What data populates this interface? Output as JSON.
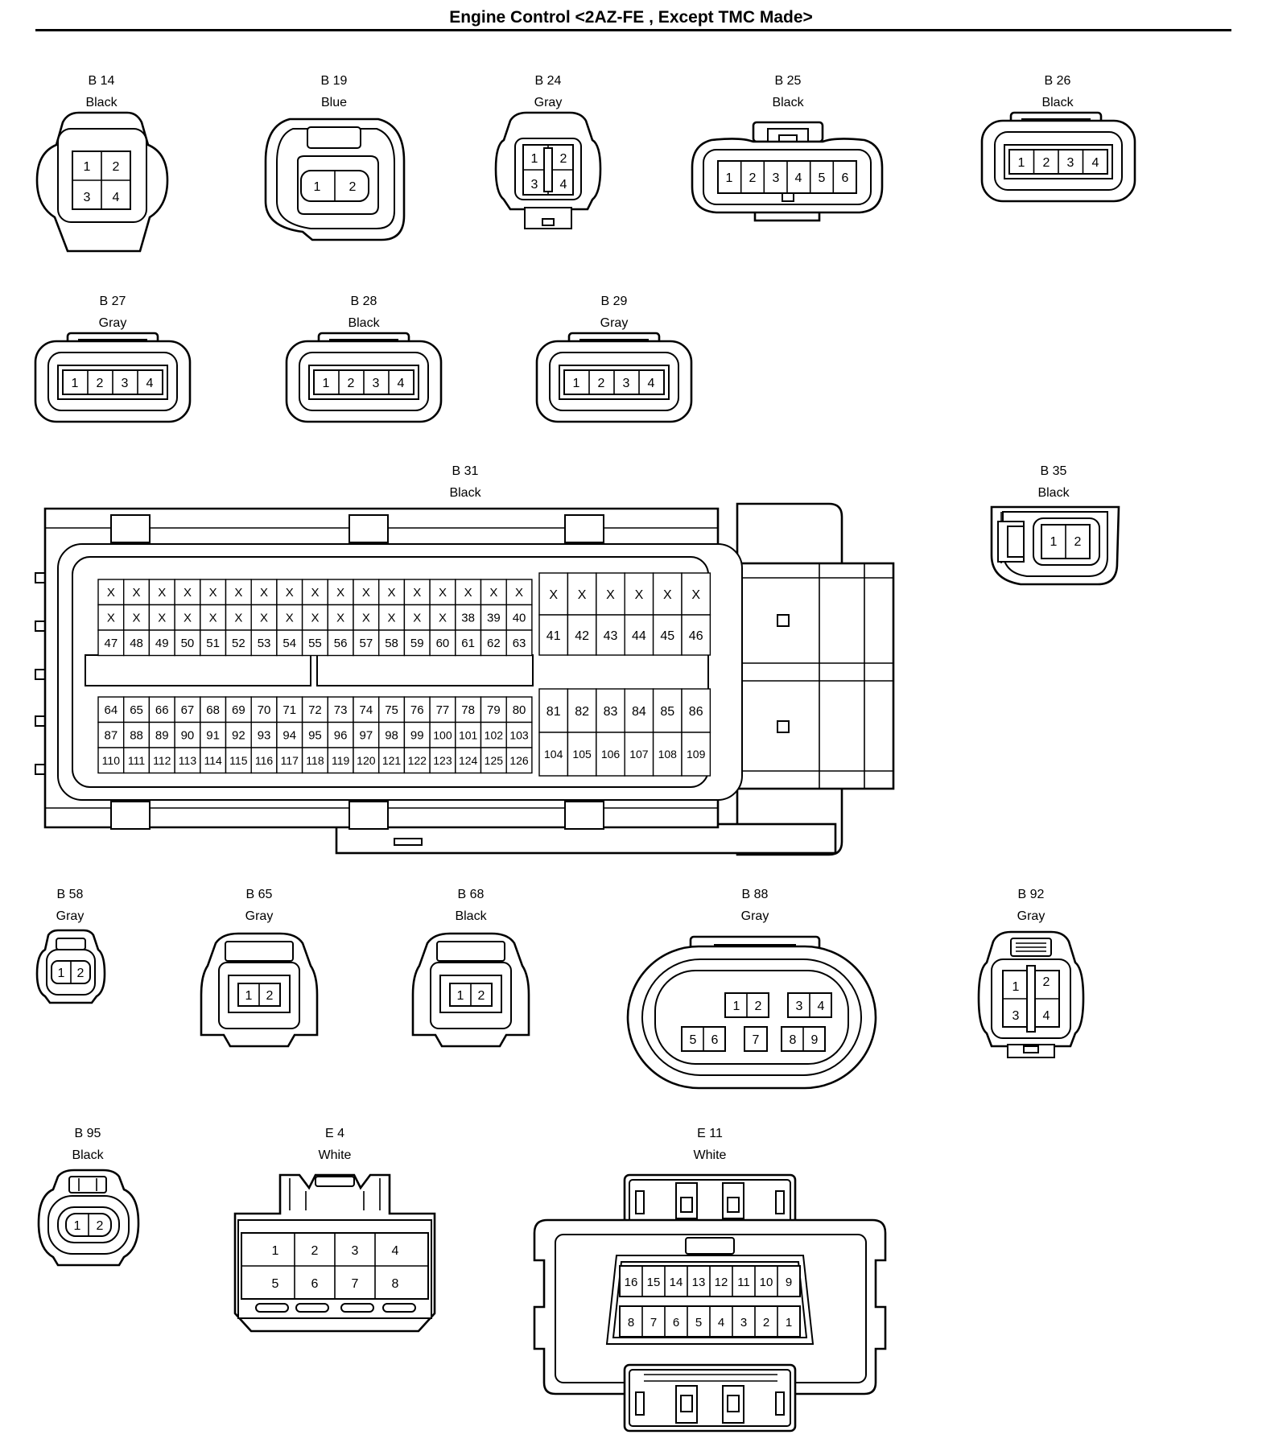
{
  "title": "Engine Control <2AZ-FE , Except TMC Made>",
  "connectors": {
    "b14": {
      "id": "B 14",
      "color": "Black",
      "pins": [
        "1",
        "2",
        "3",
        "4"
      ]
    },
    "b19": {
      "id": "B 19",
      "color": "Blue",
      "pins": [
        "1",
        "2"
      ]
    },
    "b24": {
      "id": "B 24",
      "color": "Gray",
      "pins": [
        "1",
        "2",
        "3",
        "4"
      ]
    },
    "b25": {
      "id": "B 25",
      "color": "Black",
      "pins": [
        "1",
        "2",
        "3",
        "4",
        "5",
        "6"
      ]
    },
    "b26": {
      "id": "B 26",
      "color": "Black",
      "pins": [
        "1",
        "2",
        "3",
        "4"
      ]
    },
    "b27": {
      "id": "B 27",
      "color": "Gray",
      "pins": [
        "1",
        "2",
        "3",
        "4"
      ]
    },
    "b28": {
      "id": "B 28",
      "color": "Black",
      "pins": [
        "1",
        "2",
        "3",
        "4"
      ]
    },
    "b29": {
      "id": "B 29",
      "color": "Gray",
      "pins": [
        "1",
        "2",
        "3",
        "4"
      ]
    },
    "b31": {
      "id": "B 31",
      "color": "Black",
      "left_block_rows": [
        [
          "X",
          "X",
          "X",
          "X",
          "X",
          "X",
          "X",
          "X",
          "X",
          "X",
          "X",
          "X",
          "X",
          "X",
          "X",
          "X",
          "X"
        ],
        [
          "X",
          "X",
          "X",
          "X",
          "X",
          "X",
          "X",
          "X",
          "X",
          "X",
          "X",
          "X",
          "X",
          "X",
          "38",
          "39",
          "40"
        ],
        [
          "47",
          "48",
          "49",
          "50",
          "51",
          "52",
          "53",
          "54",
          "55",
          "56",
          "57",
          "58",
          "59",
          "60",
          "61",
          "62",
          "63"
        ],
        [
          "64",
          "65",
          "66",
          "67",
          "68",
          "69",
          "70",
          "71",
          "72",
          "73",
          "74",
          "75",
          "76",
          "77",
          "78",
          "79",
          "80"
        ],
        [
          "87",
          "88",
          "89",
          "90",
          "91",
          "92",
          "93",
          "94",
          "95",
          "96",
          "97",
          "98",
          "99",
          "100",
          "101",
          "102",
          "103"
        ],
        [
          "110",
          "111",
          "112",
          "113",
          "114",
          "115",
          "116",
          "117",
          "118",
          "119",
          "120",
          "121",
          "122",
          "123",
          "124",
          "125",
          "126"
        ]
      ],
      "right_block_rows": [
        [
          "X",
          "X",
          "X",
          "X",
          "X",
          "X"
        ],
        [
          "41",
          "42",
          "43",
          "44",
          "45",
          "46"
        ],
        [
          "81",
          "82",
          "83",
          "84",
          "85",
          "86"
        ],
        [
          "104",
          "105",
          "106",
          "107",
          "108",
          "109"
        ]
      ]
    },
    "b35": {
      "id": "B 35",
      "color": "Black",
      "pins": [
        "1",
        "2"
      ]
    },
    "b58": {
      "id": "B 58",
      "color": "Gray",
      "pins": [
        "1",
        "2"
      ]
    },
    "b65": {
      "id": "B 65",
      "color": "Gray",
      "pins": [
        "1",
        "2"
      ]
    },
    "b68": {
      "id": "B 68",
      "color": "Black",
      "pins": [
        "1",
        "2"
      ]
    },
    "b88": {
      "id": "B 88",
      "color": "Gray",
      "pins": [
        "1",
        "2",
        "3",
        "4",
        "5",
        "6",
        "7",
        "8",
        "9"
      ]
    },
    "b92": {
      "id": "B 92",
      "color": "Gray",
      "pins": [
        "1",
        "2",
        "3",
        "4"
      ]
    },
    "b95": {
      "id": "B 95",
      "color": "Black",
      "pins": [
        "1",
        "2"
      ]
    },
    "e4": {
      "id": "E 4",
      "color": "White",
      "pins": [
        "1",
        "2",
        "3",
        "4",
        "5",
        "6",
        "7",
        "8"
      ]
    },
    "e11": {
      "id": "E 11",
      "color": "White",
      "top_row": [
        "16",
        "15",
        "14",
        "13",
        "12",
        "11",
        "10",
        "9"
      ],
      "bottom_row": [
        "8",
        "7",
        "6",
        "5",
        "4",
        "3",
        "2",
        "1"
      ]
    }
  }
}
